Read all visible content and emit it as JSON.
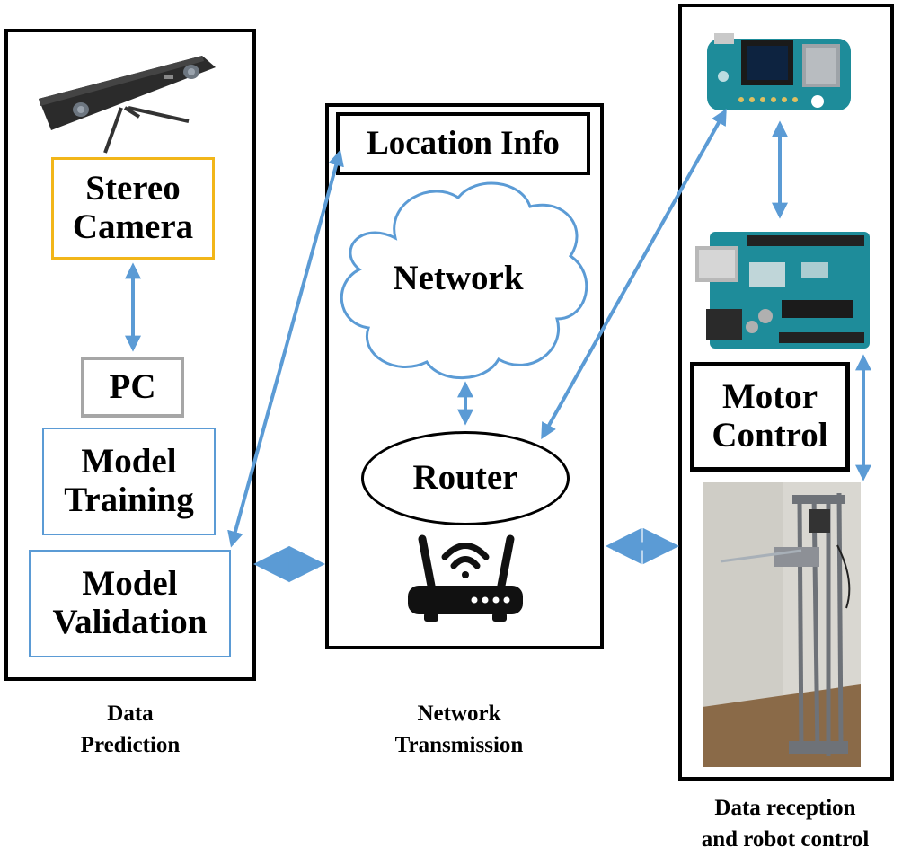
{
  "prediction": {
    "boxes": {
      "stereo_camera": [
        "Stereo",
        "Camera"
      ],
      "pc": "PC",
      "model_training": [
        "Model",
        "Training"
      ],
      "model_validation": [
        "Model",
        "Validation"
      ]
    },
    "caption": [
      "Data",
      "Prediction"
    ]
  },
  "network": {
    "boxes": {
      "location_info": "Location Info",
      "cloud": "Network",
      "router": "Router"
    },
    "caption": [
      "Network",
      "Transmission"
    ]
  },
  "reception": {
    "boxes": {
      "motor_control": [
        "Motor",
        "Control"
      ]
    },
    "caption": [
      "Data reception",
      "and robot control"
    ]
  },
  "colors": {
    "arrow": "#5b9bd5",
    "stereo_border": "#f2b619",
    "pc_border": "#a6a6a6",
    "model_border": "#5b9bd5",
    "cloud_stroke": "#5b9bd5",
    "board_teal": "#1e8c9a",
    "wall": "#d9d7d1",
    "floor": "#8a6a48"
  },
  "icons": [
    "stereo-camera-icon",
    "obniz-board-icon",
    "arduino-board-icon",
    "robot-photo",
    "wifi-router-icon"
  ]
}
